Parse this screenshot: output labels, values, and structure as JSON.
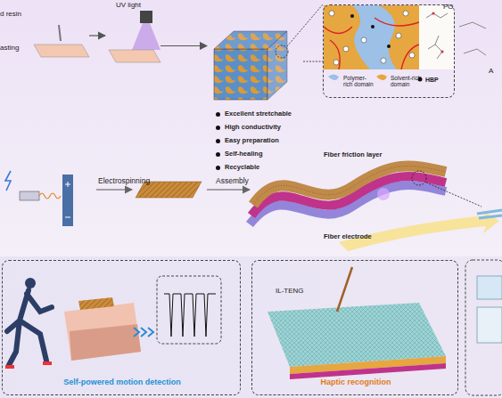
{
  "diagram": {
    "nodes": [
      {
        "text": [
          "d resin",
          "asting"
        ]
      },
      {
        "text": [
          "UV light"
        ]
      },
      {
        "text": [
          "Excellent stretchable",
          "High conductivity",
          "Easy preparation",
          "Self-healing",
          "Recyclable"
        ]
      },
      {
        "text": [
          "Polymer-rich domain",
          "Solvent-rich domain",
          "HBP"
        ]
      },
      {
        "text": [
          "Fiber friction layer",
          "Fiber electrode"
        ]
      },
      {
        "text": [
          "Self-powered motion detection"
        ]
      },
      {
        "text": [
          "IL-TENG",
          "Haptic recognition"
        ]
      }
    ],
    "edges": [
      {
        "from": 0,
        "to": 1,
        "arrow": "to"
      },
      {
        "from": 1,
        "to": 2,
        "arrow": "to"
      },
      {
        "from": 2,
        "to": 3,
        "arrow": "none"
      }
    ],
    "labels": [
      "PO",
      "A",
      "Electrospinning",
      "Assembly"
    ]
  }
}
